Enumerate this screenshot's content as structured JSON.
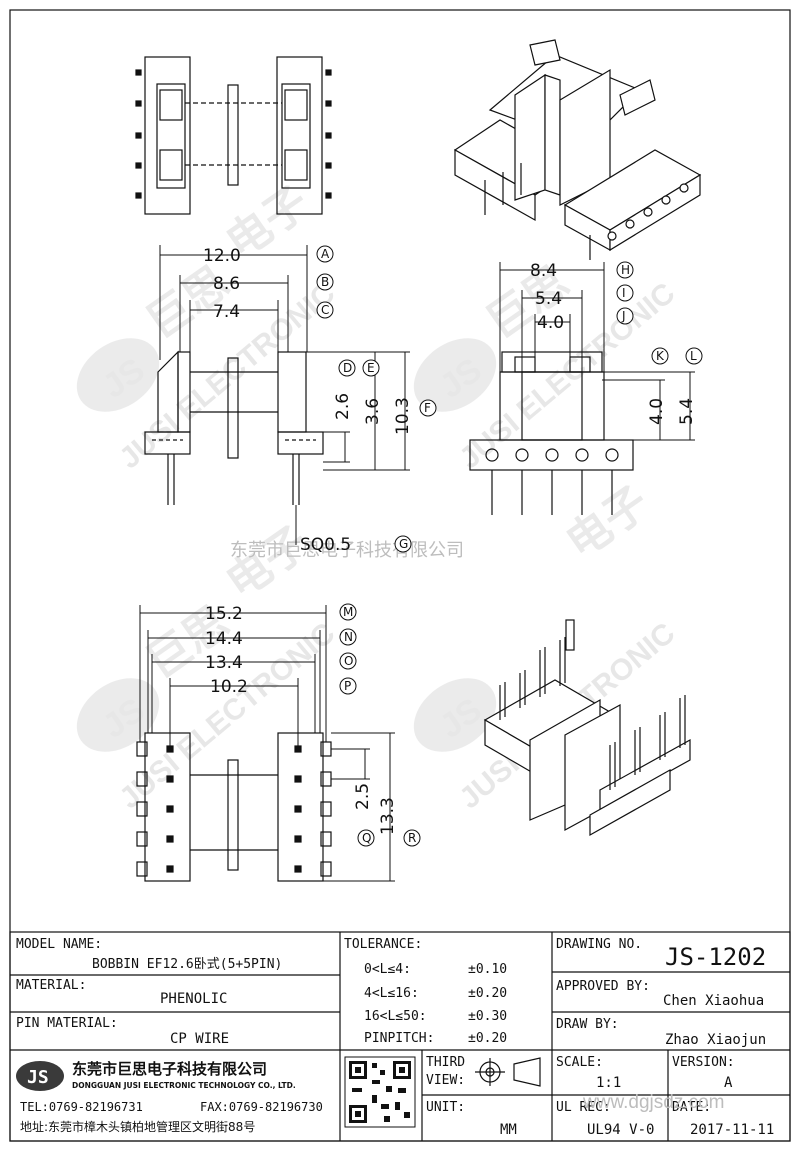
{
  "watermark": {
    "company_cn": "东莞市巨思电子科技有限公司",
    "logo_text": "JS",
    "brand_en": "JUSI ELECTRONIC",
    "brand_cn_1": "巨思",
    "brand_cn_2": "电子"
  },
  "dims": {
    "A": {
      "value": "12.0",
      "tag": "A"
    },
    "B": {
      "value": "8.6",
      "tag": "B"
    },
    "C": {
      "value": "7.4",
      "tag": "C"
    },
    "D": {
      "value": "2.6",
      "tag": "D"
    },
    "E": {
      "value": "3.6",
      "tag": "E"
    },
    "F": {
      "value": "10.3",
      "tag": "F"
    },
    "G": {
      "value": "SQ0.5",
      "tag": "G"
    },
    "H": {
      "value": "8.4",
      "tag": "H"
    },
    "I": {
      "value": "5.4",
      "tag": "I"
    },
    "J": {
      "value": "4.0",
      "tag": "J"
    },
    "K": {
      "value": "4.0",
      "tag": "K"
    },
    "L": {
      "value": "5.4",
      "tag": "L"
    },
    "M": {
      "value": "15.2",
      "tag": "M"
    },
    "N": {
      "value": "14.4",
      "tag": "N"
    },
    "O": {
      "value": "13.4",
      "tag": "O"
    },
    "P": {
      "value": "10.2",
      "tag": "P"
    },
    "Q": {
      "value": "2.5",
      "tag": "Q"
    },
    "R": {
      "value": "13.3",
      "tag": "R"
    }
  },
  "title_block": {
    "model_label": "MODEL NAME:",
    "model_value": "BOBBIN EF12.6卧式(5+5PIN)",
    "material_label": "MATERIAL:",
    "material_value": "PHENOLIC",
    "pin_material_label": "PIN MATERIAL:",
    "pin_material_value": "CP WIRE",
    "tolerance_label": "TOLERANCE:",
    "tolerances": [
      {
        "range": "0<L≤4:",
        "value": "±0.10"
      },
      {
        "range": "4<L≤16:",
        "value": "±0.20"
      },
      {
        "range": "16<L≤50:",
        "value": "±0.30"
      },
      {
        "range": "PINPITCH:",
        "value": "±0.20"
      }
    ],
    "drawing_no_label": "DRAWING NO.",
    "drawing_no_value": "JS-1202",
    "approved_label": "APPROVED BY:",
    "approved_value": "Chen Xiaohua",
    "draw_label": "DRAW BY:",
    "draw_value": "Zhao Xiaojun",
    "third_view_label_1": "THIRD",
    "third_view_label_2": "VIEW:",
    "unit_label": "UNIT:",
    "unit_value": "MM",
    "scale_label": "SCALE:",
    "scale_value": "1:1",
    "version_label": "VERSION:",
    "version_value": "A",
    "ul_label": "UL REC:",
    "ul_value": "UL94 V-0",
    "date_label": "DATE:",
    "date_value": "2017-11-11",
    "company_cn": "东莞市巨思电子科技有限公司",
    "company_en": "DONGGUAN JUSI ELECTRONIC TECHNOLOGY CO., LTD.",
    "logo_text": "JS",
    "tel": "TEL:0769-82196731",
    "fax": "FAX:0769-82196730",
    "address": "地址:东莞市樟木头镇柏地管理区文明街88号",
    "site_watermark": "www.dgjsdz.com"
  }
}
